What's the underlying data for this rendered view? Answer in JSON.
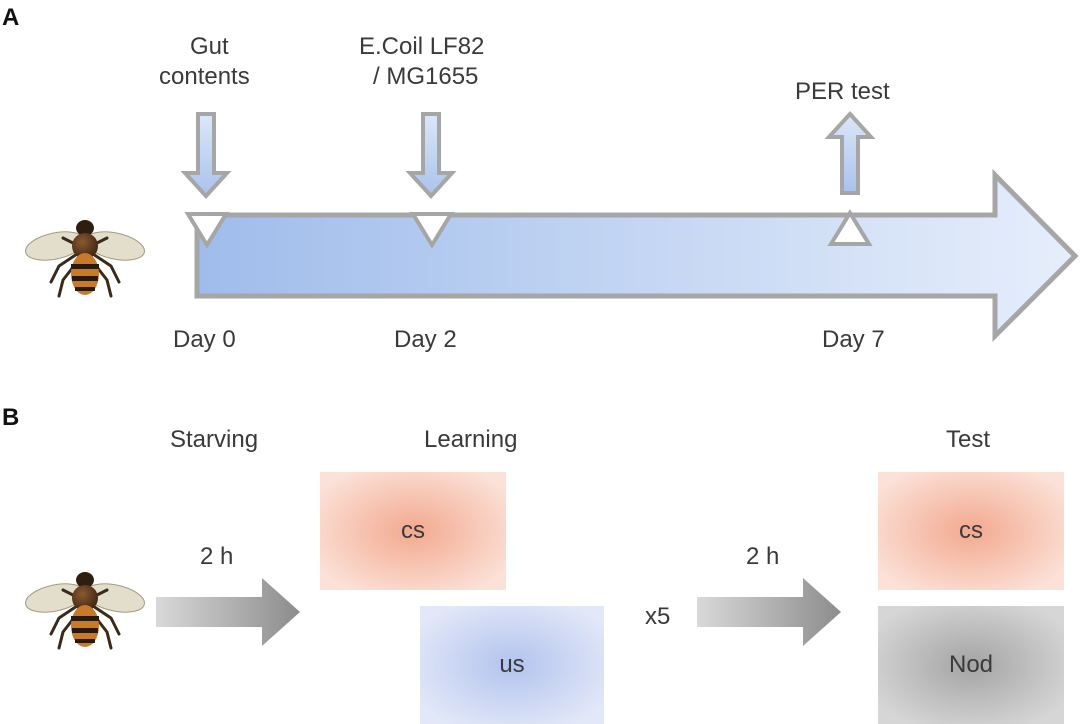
{
  "panel_a": {
    "label": "A",
    "top_labels": {
      "day0_line1": "Gut",
      "day0_line2": "contents",
      "day2_line1": "E.Coil LF82",
      "day2_line2": "/ MG1655",
      "day7": "PER test"
    },
    "days": [
      "Day 0",
      "Day 2",
      "Day 7"
    ]
  },
  "panel_b": {
    "label": "B",
    "headers": {
      "starving": "Starving",
      "learning": "Learning",
      "test": "Test"
    },
    "arrow_labels": {
      "first": "2 h",
      "second": "2 h"
    },
    "repeat": "x5",
    "boxes": {
      "cs_learning": "cs",
      "us": "us",
      "cs_test": "cs",
      "nod": "Nod"
    }
  },
  "colors": {
    "timeline_start": "#9fbceb",
    "timeline_end": "#e6eefb",
    "arrow_outline": "#a6a6a6",
    "cs_center": "#f3a98f",
    "cs_edge": "#fbe1d7",
    "us_center": "#b3c3ee",
    "us_edge": "#e2e8f8",
    "nod_center": "#a4a4a4",
    "nod_edge": "#d6d6d6"
  },
  "icons": [
    "bee-icon",
    "bee-icon"
  ]
}
